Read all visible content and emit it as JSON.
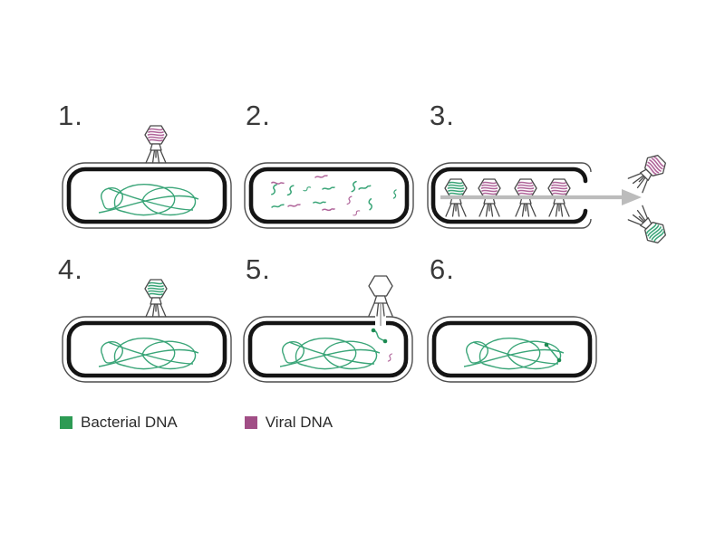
{
  "steps": [
    {
      "label": "1."
    },
    {
      "label": "2."
    },
    {
      "label": "3."
    },
    {
      "label": "4."
    },
    {
      "label": "5."
    },
    {
      "label": "6."
    }
  ],
  "legend": {
    "items": [
      {
        "label": "Bacterial DNA",
        "color": "#2d9b54"
      },
      {
        "label": "Viral DNA",
        "color": "#a14e86"
      }
    ]
  },
  "colors": {
    "bacterial_dna": "#3aa578",
    "viral_dna": "#b0659a",
    "dna_dot": "#1d8a52",
    "cell_wall": "#141414",
    "cell_outline": "#4d4d4d",
    "phage_outline": "#4a4a4a",
    "arrow": "#bcbcbc",
    "label_text": "#3a3a3a"
  }
}
